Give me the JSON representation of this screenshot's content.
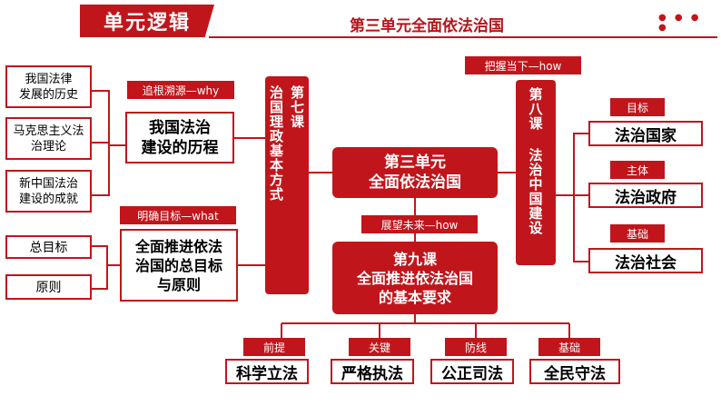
{
  "header": {
    "badge": "单元逻辑",
    "title": "第三单元全面依法治国"
  },
  "center": {
    "unit": "第三单元\n全面依法治国",
    "lesson9": "第九课\n全面推进依法治国\n的基本要求",
    "tag_down": "展望未来—how"
  },
  "lesson7": {
    "title_a": "第七课",
    "title_b": "治国理政基本方式",
    "tag_why": "追根溯源—why",
    "box_history": "我国法治\n建设的历程",
    "tag_what": "明确目标—what",
    "box_goal": "全面推进依法\n治国的总目标\n与原则",
    "left_items": [
      "我国法律\n发展的历史",
      "马克思主义法\n治理论",
      "新中国法治\n建设的成就"
    ],
    "goal_items": [
      "总目标",
      "原则"
    ]
  },
  "lesson8": {
    "tag_how": "把握当下—how",
    "title": "第八课  法治中国建设",
    "right_items": [
      {
        "tag": "目标",
        "label": "法治国家"
      },
      {
        "tag": "主体",
        "label": "法治政府"
      },
      {
        "tag": "基础",
        "label": "法治社会"
      }
    ]
  },
  "bottom_items": [
    {
      "tag": "前提",
      "label": "科学立法"
    },
    {
      "tag": "关键",
      "label": "严格执法"
    },
    {
      "tag": "防线",
      "label": "公正司法"
    },
    {
      "tag": "基础",
      "label": "全民守法"
    }
  ],
  "colors": {
    "accent": "#c0161b"
  }
}
